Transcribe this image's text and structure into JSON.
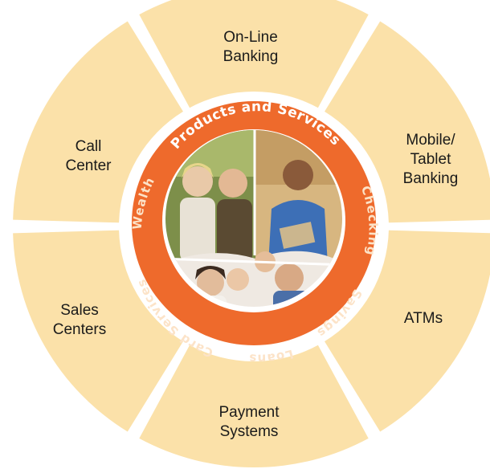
{
  "title": "Products and Services",
  "channels": [
    {
      "id": "online",
      "lines": [
        "On-Line",
        "Banking"
      ]
    },
    {
      "id": "mobile",
      "lines": [
        "Mobile/",
        "Tablet",
        "Banking"
      ]
    },
    {
      "id": "atms",
      "lines": [
        "ATMs"
      ]
    },
    {
      "id": "payment",
      "lines": [
        "Payment",
        "Systems"
      ]
    },
    {
      "id": "sales",
      "lines": [
        "Sales",
        "Centers"
      ]
    },
    {
      "id": "call",
      "lines": [
        "Call",
        "Center"
      ]
    }
  ],
  "services": {
    "checking": "Checking",
    "savings": "Savings",
    "loans": "Loans",
    "card_services": "Card Services",
    "wealth": "Wealth"
  },
  "photos": {
    "seniors": "senior-couple-photo",
    "professional": "business-professional-photo",
    "family": "family-photo"
  },
  "colors": {
    "segment_fill": "#fbe1a9",
    "ring_orange": "#ee6a2c",
    "ring_inner_white": "#ffffff",
    "text_dark": "#1a1a1a",
    "ring_text": "#fce3c8"
  }
}
